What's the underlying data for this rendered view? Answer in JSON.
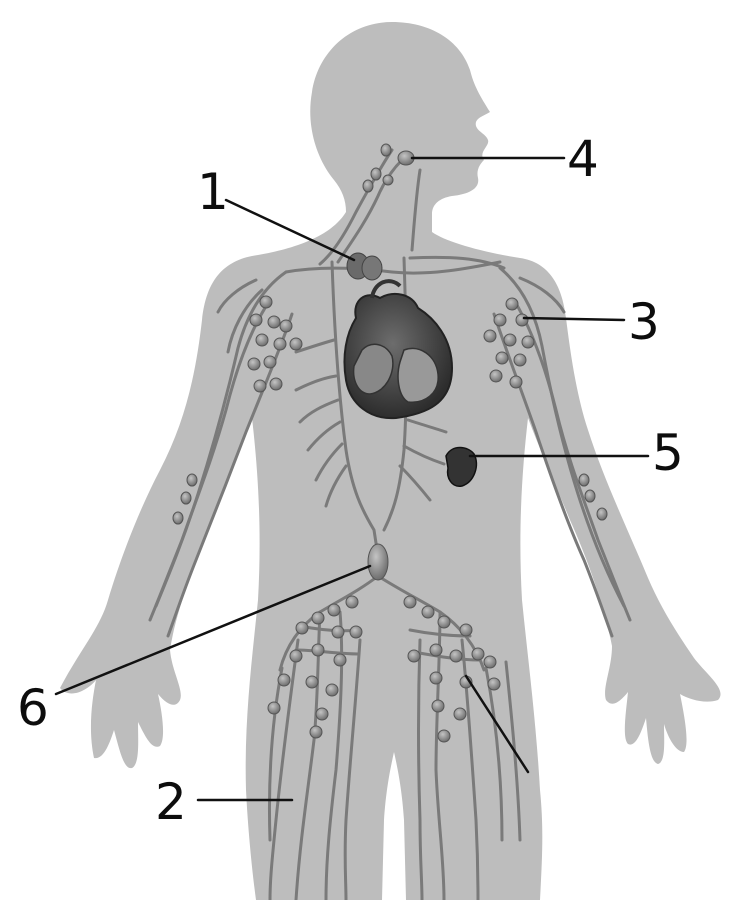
{
  "diagram": {
    "labels": [
      {
        "id": "1",
        "text": "1"
      },
      {
        "id": "2",
        "text": "2"
      },
      {
        "id": "3",
        "text": "3"
      },
      {
        "id": "4",
        "text": "4"
      },
      {
        "id": "5",
        "text": "5"
      },
      {
        "id": "6",
        "text": "6"
      }
    ],
    "colors": {
      "body_silhouette": "#bdbdbd",
      "vessel": "#7a7a7a",
      "node": "#8e8e8e",
      "organ_dark": "#3d3d3d",
      "leader_line": "#111111"
    }
  }
}
